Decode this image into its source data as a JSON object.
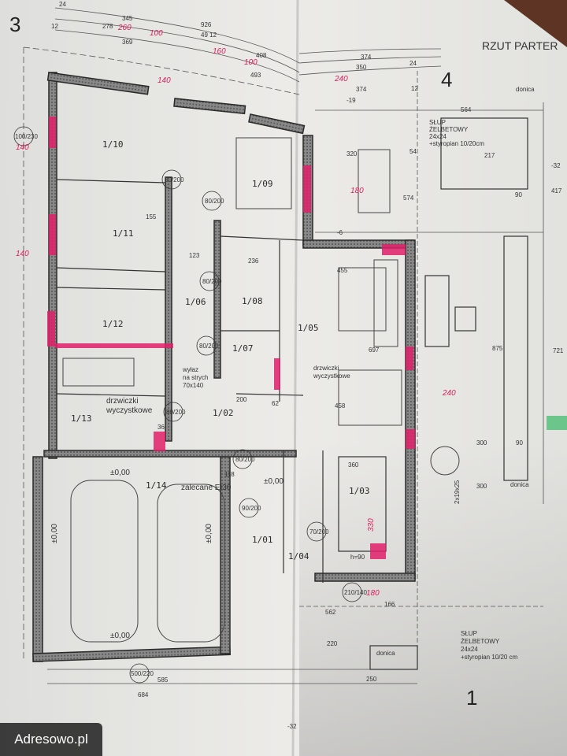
{
  "title": "RZUT PARTER",
  "page_numbers": [
    "3",
    "4",
    "1"
  ],
  "rooms": [
    "1/10",
    "1/11",
    "1/12",
    "1/13",
    "1/14",
    "1/09",
    "1/06",
    "1/08",
    "1/07",
    "1/05",
    "1/02",
    "1/01",
    "1/03",
    "1/04"
  ],
  "annotations": {
    "cleanout_left": [
      "drzwiczki",
      "wyczystkowe"
    ],
    "cleanout_right": [
      "drzwiczki",
      "wyczystkowe"
    ],
    "attic_hatch": [
      "wyłaz",
      "na strych",
      "70x140"
    ],
    "fire_rating": "zalecane EI30",
    "column_top": [
      "SŁUP",
      "ŻELBETOWY",
      "24x24",
      "+styropian 10/20cm"
    ],
    "column_bottom": [
      "SŁUP",
      "ŻELBETOWY",
      "24x24",
      "+styropian 10/20 cm"
    ],
    "planter": [
      "donica",
      "donica",
      "donica"
    ],
    "level": [
      "±0,00",
      "±0,00",
      "±0,00",
      "±0,00",
      "±0,00"
    ],
    "stairs": "2x19x25",
    "hob": "h=90"
  },
  "dimensions": {
    "top_left": [
      "345",
      "278",
      "369",
      "926",
      "408",
      "493",
      "24",
      "12",
      "49 12"
    ],
    "top_right": [
      "374",
      "350",
      "374",
      "24",
      "12"
    ],
    "right": [
      "564",
      "320",
      "54",
      "217",
      "90",
      "574",
      "417",
      "721",
      "875",
      "300",
      "90",
      "-32",
      "-19",
      "-6"
    ],
    "interior": [
      "155",
      "123",
      "236",
      "455",
      "697",
      "458",
      "360",
      "562",
      "166",
      "220",
      "250",
      "300",
      "200",
      "62",
      "36",
      "118"
    ],
    "bottom": [
      "585",
      "684",
      "-32"
    ],
    "doors": [
      "80/200",
      "80/200",
      "80/200",
      "80/200",
      "80/200",
      "80/200",
      "70/200",
      "90/200",
      "100/230",
      "210/140",
      "500/220"
    ]
  },
  "handwritten": [
    "260",
    "100",
    "160",
    "100",
    "240",
    "140",
    "140",
    "140",
    "180",
    "240",
    "180",
    "330"
  ],
  "watermark": "Adresowo.pl",
  "colors": {
    "paper": "#e6e6e3",
    "wall": "#3a3a3a",
    "markup": "#e0206a",
    "wood": "#5e3424"
  }
}
